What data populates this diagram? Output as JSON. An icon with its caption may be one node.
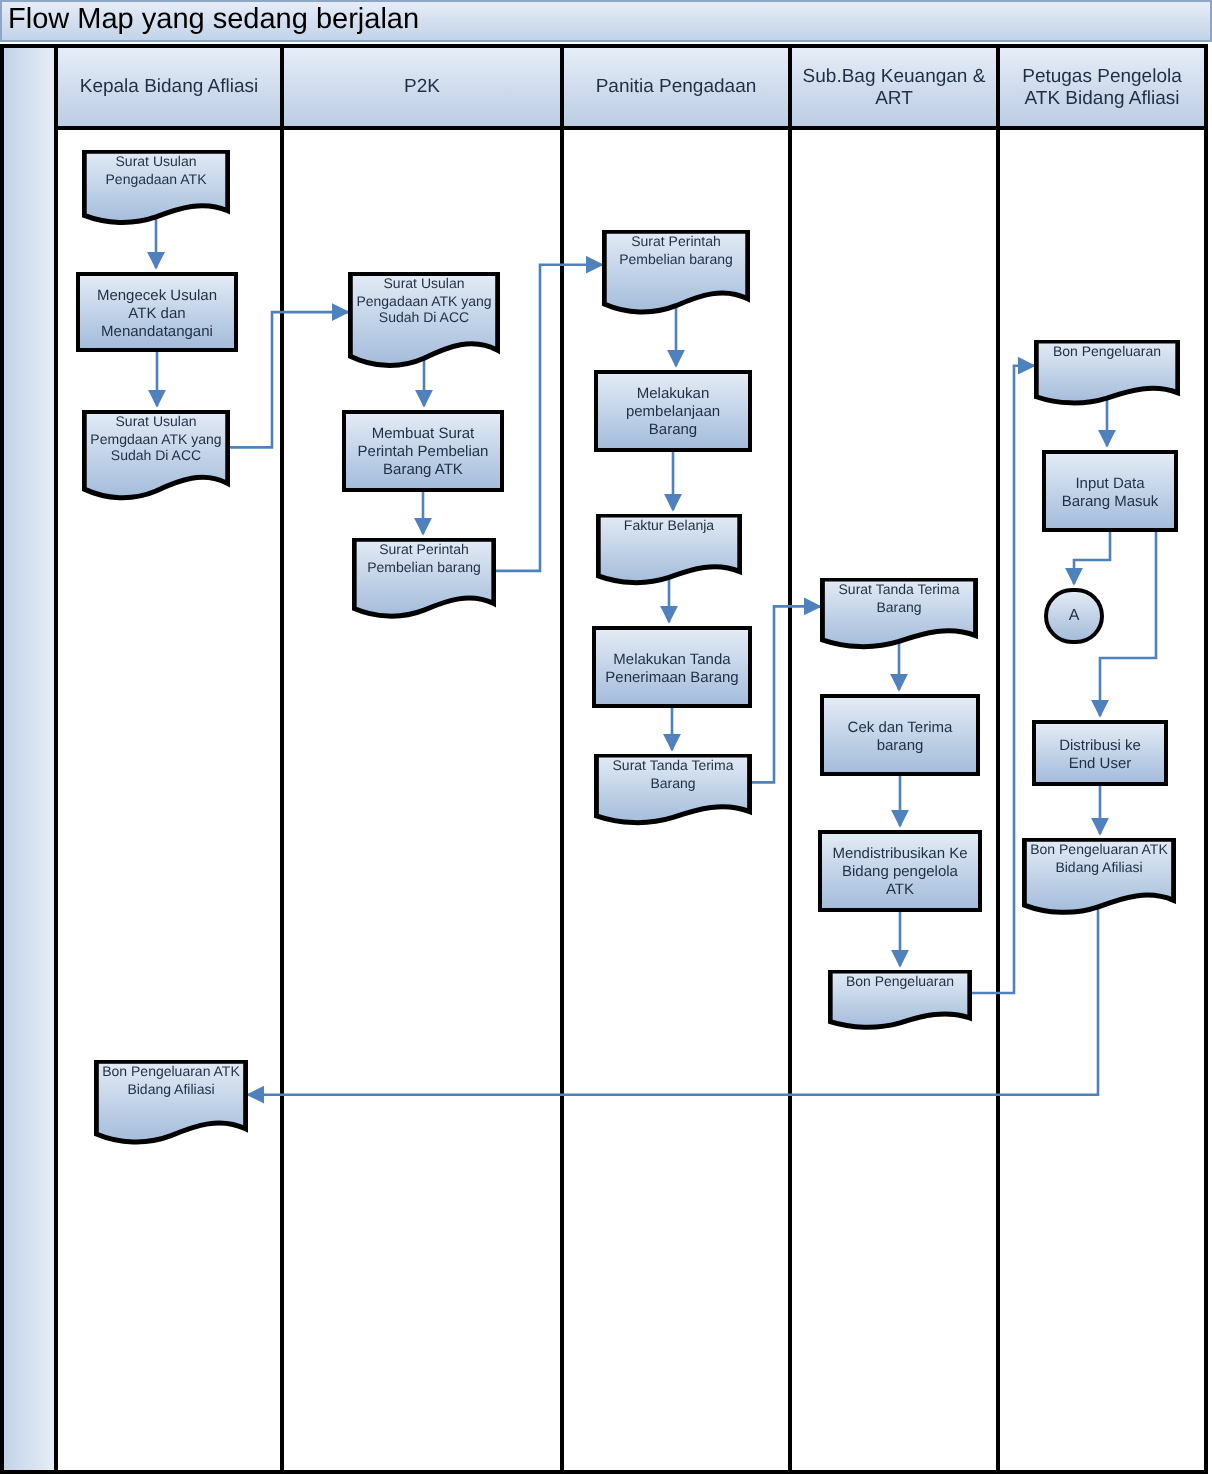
{
  "diagram": {
    "title": "Flow Map yang sedang berjalan",
    "nodes": [
      {
        "text": [
          "Kepala Bidang Afliasi"
        ]
      },
      {
        "text": [
          "P2K"
        ]
      },
      {
        "text": [
          "Panitia Pengadaan"
        ]
      },
      {
        "text": [
          "Sub.Bag Keuangan & ART"
        ]
      },
      {
        "text": [
          "Petugas Pengelola ATK Bidang Afliasi"
        ]
      },
      {
        "text": [
          "Surat Usulan Pengadaan ATK"
        ],
        "in": 0
      },
      {
        "text": [
          "Mengecek Usulan ATK dan Menandatangani"
        ],
        "in": 0
      },
      {
        "text": [
          "Surat Usulan Pemgdaan ATK yang Sudah Di ACC"
        ],
        "in": 0
      },
      {
        "text": [
          "Bon Pengeluaran ATK Bidang Afiliasi"
        ],
        "in": 0
      },
      {
        "text": [
          "Surat Usulan Pengadaan ATK yang Sudah Di ACC"
        ],
        "in": 1
      },
      {
        "text": [
          "Membuat Surat Perintah Pembelian Barang ATK"
        ],
        "in": 1
      },
      {
        "text": [
          "Surat Perintah Pembelian barang"
        ],
        "in": 1
      },
      {
        "text": [
          "Surat Perintah Pembelian barang"
        ],
        "in": 2
      },
      {
        "text": [
          "Melakukan pembelanjaan Barang"
        ],
        "in": 2
      },
      {
        "text": [
          "Faktur Belanja"
        ],
        "in": 2
      },
      {
        "text": [
          "Melakukan Tanda Penerimaan Barang"
        ],
        "in": 2
      },
      {
        "text": [
          "Surat Tanda Terima Barang"
        ],
        "in": 2
      },
      {
        "text": [
          "Surat Tanda Terima Barang"
        ],
        "in": 3
      },
      {
        "text": [
          "Cek dan Terima barang"
        ],
        "in": 3
      },
      {
        "text": [
          "Mendistribusikan Ke Bidang pengelola ATK"
        ],
        "in": 3
      },
      {
        "text": [
          "Bon Pengeluaran"
        ],
        "in": 3
      },
      {
        "text": [
          "Bon Pengeluaran"
        ],
        "in": 4
      },
      {
        "text": [
          "Input Data Barang Masuk"
        ],
        "in": 4
      },
      {
        "text": [
          "A"
        ],
        "in": 4
      },
      {
        "text": [
          "Distribusi ke End User"
        ],
        "in": 4
      },
      {
        "text": [
          "Bon Pengeluaran ATK Bidang Afiliasi"
        ],
        "in": 4
      },
      {
        "text": [],
        "shape": "bar"
      }
    ],
    "edges": [
      {
        "from": 5,
        "to": 6,
        "arrow": "to"
      },
      {
        "from": 6,
        "to": 7,
        "arrow": "to"
      },
      {
        "from": 7,
        "to": 9,
        "arrow": "to"
      },
      {
        "from": 9,
        "to": 10,
        "arrow": "to"
      },
      {
        "from": 10,
        "to": 11,
        "arrow": "to"
      },
      {
        "from": 11,
        "to": 12,
        "arrow": "to"
      },
      {
        "from": 12,
        "to": 13,
        "arrow": "to"
      },
      {
        "from": 13,
        "to": 14,
        "arrow": "to"
      },
      {
        "from": 14,
        "to": 15,
        "arrow": "to"
      },
      {
        "from": 15,
        "to": 16,
        "arrow": "to"
      },
      {
        "from": 16,
        "to": 17,
        "arrow": "to"
      },
      {
        "from": 17,
        "to": 18,
        "arrow": "to"
      },
      {
        "from": 18,
        "to": 19,
        "arrow": "to"
      },
      {
        "from": 19,
        "to": 20,
        "arrow": "to"
      },
      {
        "from": 20,
        "to": 21,
        "arrow": "to"
      },
      {
        "from": 21,
        "to": 22,
        "arrow": "to"
      },
      {
        "from": 22,
        "to": 23,
        "arrow": "to"
      },
      {
        "from": 22,
        "to": 24,
        "arrow": "to"
      },
      {
        "from": 24,
        "to": 25,
        "arrow": "to"
      },
      {
        "from": 25,
        "to": 8,
        "arrow": "to"
      }
    ]
  }
}
